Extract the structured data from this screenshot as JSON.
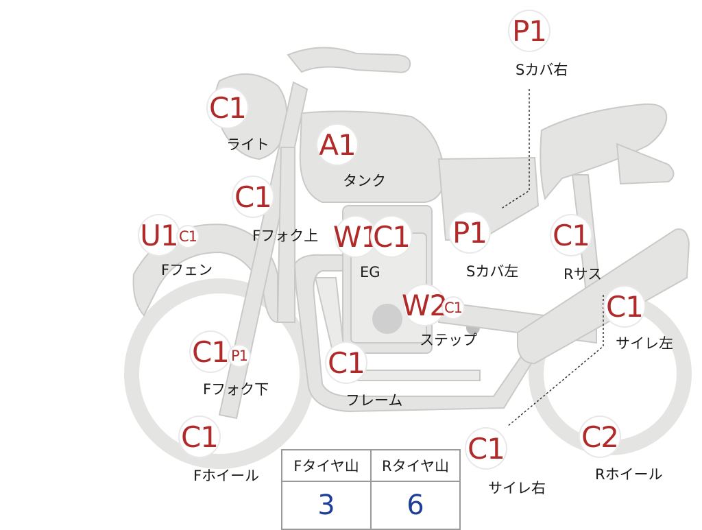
{
  "parts": {
    "light": {
      "grades": [
        "C1"
      ],
      "label": "ライト"
    },
    "tank": {
      "grades": [
        "A1"
      ],
      "label": "タンク"
    },
    "f_fork_upper": {
      "grades": [
        "C1"
      ],
      "label": "Fフォク上"
    },
    "f_fender": {
      "grades": [
        "U1",
        "C1"
      ],
      "label": "Fフェン"
    },
    "engine": {
      "grades": [
        "W1",
        "C1"
      ],
      "label": "EG"
    },
    "s_cover_left": {
      "grades": [
        "P1"
      ],
      "label": "Sカバ左"
    },
    "s_cover_right": {
      "grades": [
        "P1"
      ],
      "label": "Sカバ右"
    },
    "r_suspension": {
      "grades": [
        "C1"
      ],
      "label": "Rサス"
    },
    "step": {
      "grades": [
        "W2",
        "C1"
      ],
      "label": "ステップ"
    },
    "muffler_left": {
      "grades": [
        "C1"
      ],
      "label": "サイレ左"
    },
    "f_fork_lower": {
      "grades": [
        "C1",
        "P1"
      ],
      "label": "Fフォク下"
    },
    "frame": {
      "grades": [
        "C1"
      ],
      "label": "フレーム"
    },
    "f_wheel": {
      "grades": [
        "C1"
      ],
      "label": "Fホイール"
    },
    "muffler_right": {
      "grades": [
        "C1"
      ],
      "label": "サイレ右"
    },
    "r_wheel": {
      "grades": [
        "C2"
      ],
      "label": "Rホイール"
    }
  },
  "tire_table": {
    "front_header": "Fタイヤ山",
    "rear_header": "Rタイヤ山",
    "front_value": "3",
    "rear_value": "6"
  },
  "colors": {
    "grade_text": "#b02a2a",
    "bike_fill": "#e4e4e2",
    "bike_stroke": "#c8c8c6",
    "tire_value": "#1d3f9a"
  }
}
